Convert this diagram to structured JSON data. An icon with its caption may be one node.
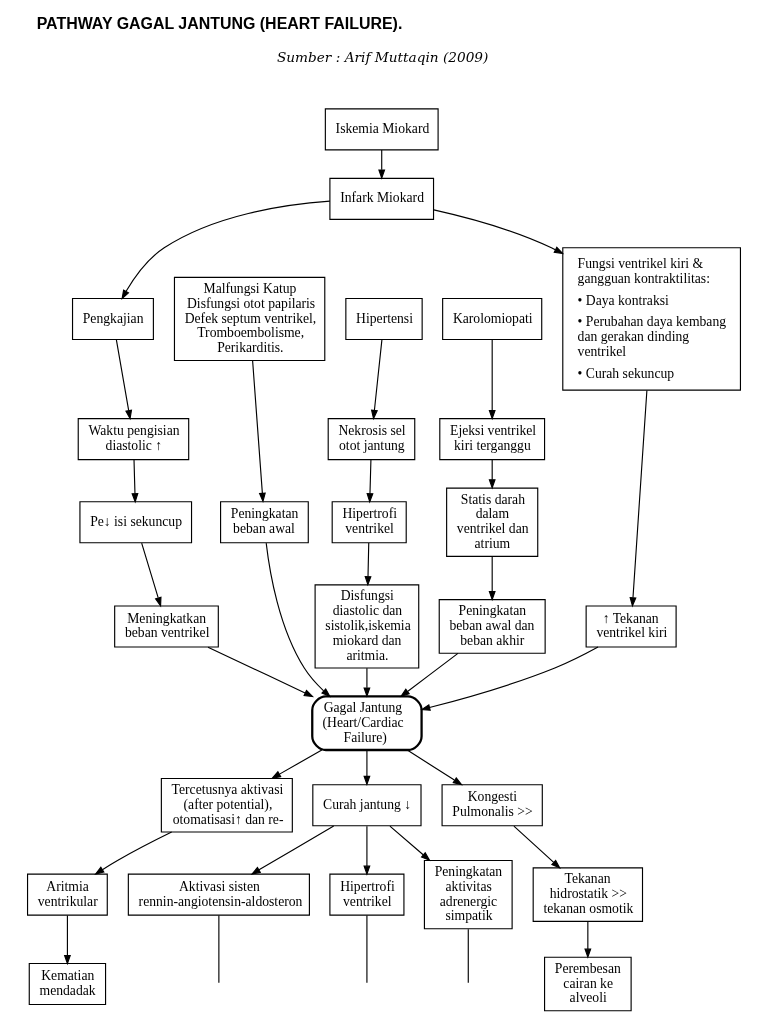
{
  "diagram": {
    "title": "PATHWAY GAGAL JANTUNG (HEART FAILURE).",
    "nodes": [
      {
        "text": [
          "Iskemia Miokard"
        ]
      },
      {
        "text": [
          "Infark Miokard"
        ]
      },
      {
        "text": [
          "Pengkajian"
        ]
      },
      {
        "text": [
          "Malfungsi Katup Disfungsi otot papilaris Defek septum ventrikel, Tromboembolisme, Perikarditis."
        ]
      },
      {
        "text": [
          "Hipertensi"
        ]
      },
      {
        "text": [
          "Karolomiopati"
        ]
      },
      {
        "text": [
          "Fungsi ventrikel kiri & gangguan kontraktilitas:",
          "• Daya kontraksi",
          "• Perubahan daya kembang dan gerakan dinding ventrikel",
          "• Curah sekuncup"
        ]
      },
      {
        "text": [
          "Waktu pengisian diastolic ↑"
        ]
      },
      {
        "text": [
          "Pe↓ isi sekuncup"
        ]
      },
      {
        "text": [
          "Meningkatkan beban ventrikel"
        ]
      },
      {
        "text": [
          "Peningkatan beban awal"
        ]
      },
      {
        "text": [
          "Nekrosis sel otot jantung"
        ]
      },
      {
        "text": [
          "Hipertrofi ventrikel"
        ]
      },
      {
        "text": [
          "Disfungsi diastolic dan sistolik,iskemia miokard dan aritmia."
        ]
      },
      {
        "text": [
          "Ejeksi ventrikel kiri terganggu"
        ]
      },
      {
        "text": [
          "Statis darah dalam ventrikel dan atrium"
        ]
      },
      {
        "text": [
          "Peningkatan beban awal dan beban akhir"
        ]
      },
      {
        "text": [
          "↑ Tekanan ventrikel kiri"
        ]
      },
      {
        "text": [
          "Gagal Jantung (Heart/Cardiac Failure)"
        ]
      },
      {
        "text": [
          "Tercetusnya aktivasi (after potential), otomatisasi↑ dan re-"
        ]
      },
      {
        "text": [
          "Aritmia ventrikular"
        ]
      },
      {
        "text": [
          "Kematian mendadak"
        ]
      },
      {
        "text": [
          "Kongesti Pulmonalis >>"
        ]
      },
      {
        "text": [
          "Curah jantung ↓"
        ]
      },
      {
        "text": [
          "Peningkatan aktivitas adrenergic simpatik"
        ]
      },
      {
        "text": [
          "Aktivasi sisten rennin-angiotensin-aldosteron"
        ]
      },
      {
        "text": [
          "Hipertrofi ventrikel"
        ]
      },
      {
        "text": [
          "Tekanan hidrostatik >> tekanan osmotik"
        ]
      },
      {
        "text": [
          "Perembesan cairan ke alveoli"
        ]
      }
    ],
    "edges": [
      {
        "from": 0,
        "to": 1,
        "arrow": "to"
      },
      {
        "from": 1,
        "to": 2,
        "arrow": "to"
      },
      {
        "from": 1,
        "to": 6,
        "arrow": "to"
      },
      {
        "from": 2,
        "to": 7,
        "arrow": "to"
      },
      {
        "from": 7,
        "to": 8,
        "arrow": "to"
      },
      {
        "from": 8,
        "to": 9,
        "arrow": "to"
      },
      {
        "from": 3,
        "to": 10,
        "arrow": "to"
      },
      {
        "from": 4,
        "to": 11,
        "arrow": "to"
      },
      {
        "from": 11,
        "to": 12,
        "arrow": "to"
      },
      {
        "from": 12,
        "to": 13,
        "arrow": "to"
      },
      {
        "from": 5,
        "to": 14,
        "arrow": "to"
      },
      {
        "from": 14,
        "to": 15,
        "arrow": "to"
      },
      {
        "from": 15,
        "to": 16,
        "arrow": "to"
      },
      {
        "from": 6,
        "to": 17,
        "arrow": "to"
      },
      {
        "from": 9,
        "to": 18,
        "arrow": "to"
      },
      {
        "from": 10,
        "to": 18,
        "arrow": "to"
      },
      {
        "from": 13,
        "to": 18,
        "arrow": "to"
      },
      {
        "from": 16,
        "to": 18,
        "arrow": "to"
      },
      {
        "from": 17,
        "to": 18,
        "arrow": "to"
      },
      {
        "from": 18,
        "to": 19,
        "arrow": "to"
      },
      {
        "from": 18,
        "to": 23,
        "arrow": "to"
      },
      {
        "from": 18,
        "to": 22,
        "arrow": "to"
      },
      {
        "from": 19,
        "to": 20,
        "arrow": "to"
      },
      {
        "from": 20,
        "to": 21,
        "arrow": "to"
      },
      {
        "from": 22,
        "to": 27,
        "arrow": "to"
      },
      {
        "from": 27,
        "to": 28,
        "arrow": "to"
      },
      {
        "from": 23,
        "to": 24,
        "arrow": "to"
      },
      {
        "from": 23,
        "to": 25,
        "arrow": "to"
      },
      {
        "from": 23,
        "to": 26,
        "arrow": "to"
      },
      {
        "from": 24,
        "to": null,
        "arrow": "none"
      },
      {
        "from": 25,
        "to": null,
        "arrow": "none"
      },
      {
        "from": 26,
        "to": null,
        "arrow": "none"
      }
    ],
    "labels": [
      "Sumber : Arif Muttaqin (2009)"
    ]
  }
}
